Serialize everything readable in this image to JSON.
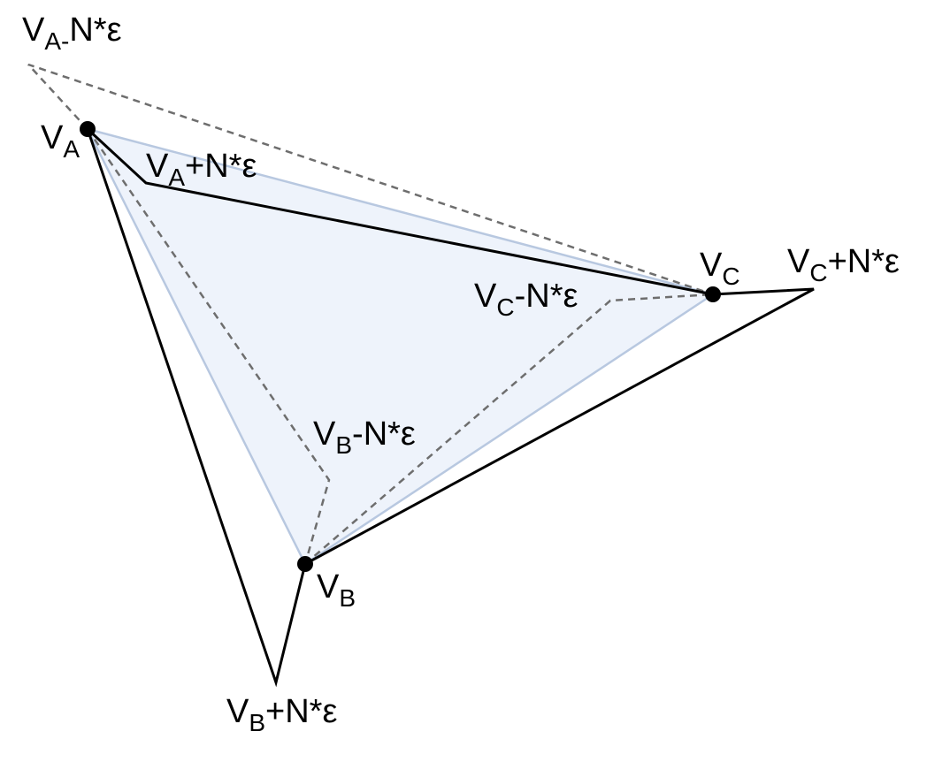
{
  "colors": {
    "fill": "#eef3fb",
    "original_edge": "#b8c8e0",
    "solid": "#000000",
    "dashed": "#6e6e6e",
    "background": "#ffffff"
  },
  "labels": {
    "va": {
      "base": "V",
      "sub": "A",
      "suffix": ""
    },
    "vb": {
      "base": "V",
      "sub": "B",
      "suffix": ""
    },
    "vc": {
      "base": "V",
      "sub": "C",
      "suffix": ""
    },
    "va_plus": {
      "base": "V",
      "sub": "A",
      "suffix": "+N*ε"
    },
    "va_minus": {
      "base": "V",
      "sub": "A-",
      "suffix": "N*ε"
    },
    "vb_plus": {
      "base": "V",
      "sub": "B",
      "suffix": "+N*ε"
    },
    "vb_minus": {
      "base": "V",
      "sub": "B",
      "suffix": "-N*ε"
    },
    "vc_plus": {
      "base": "V",
      "sub": "C",
      "suffix": "+N*ε"
    },
    "vc_minus": {
      "base": "V",
      "sub": "C",
      "suffix": "-N*ε"
    }
  }
}
